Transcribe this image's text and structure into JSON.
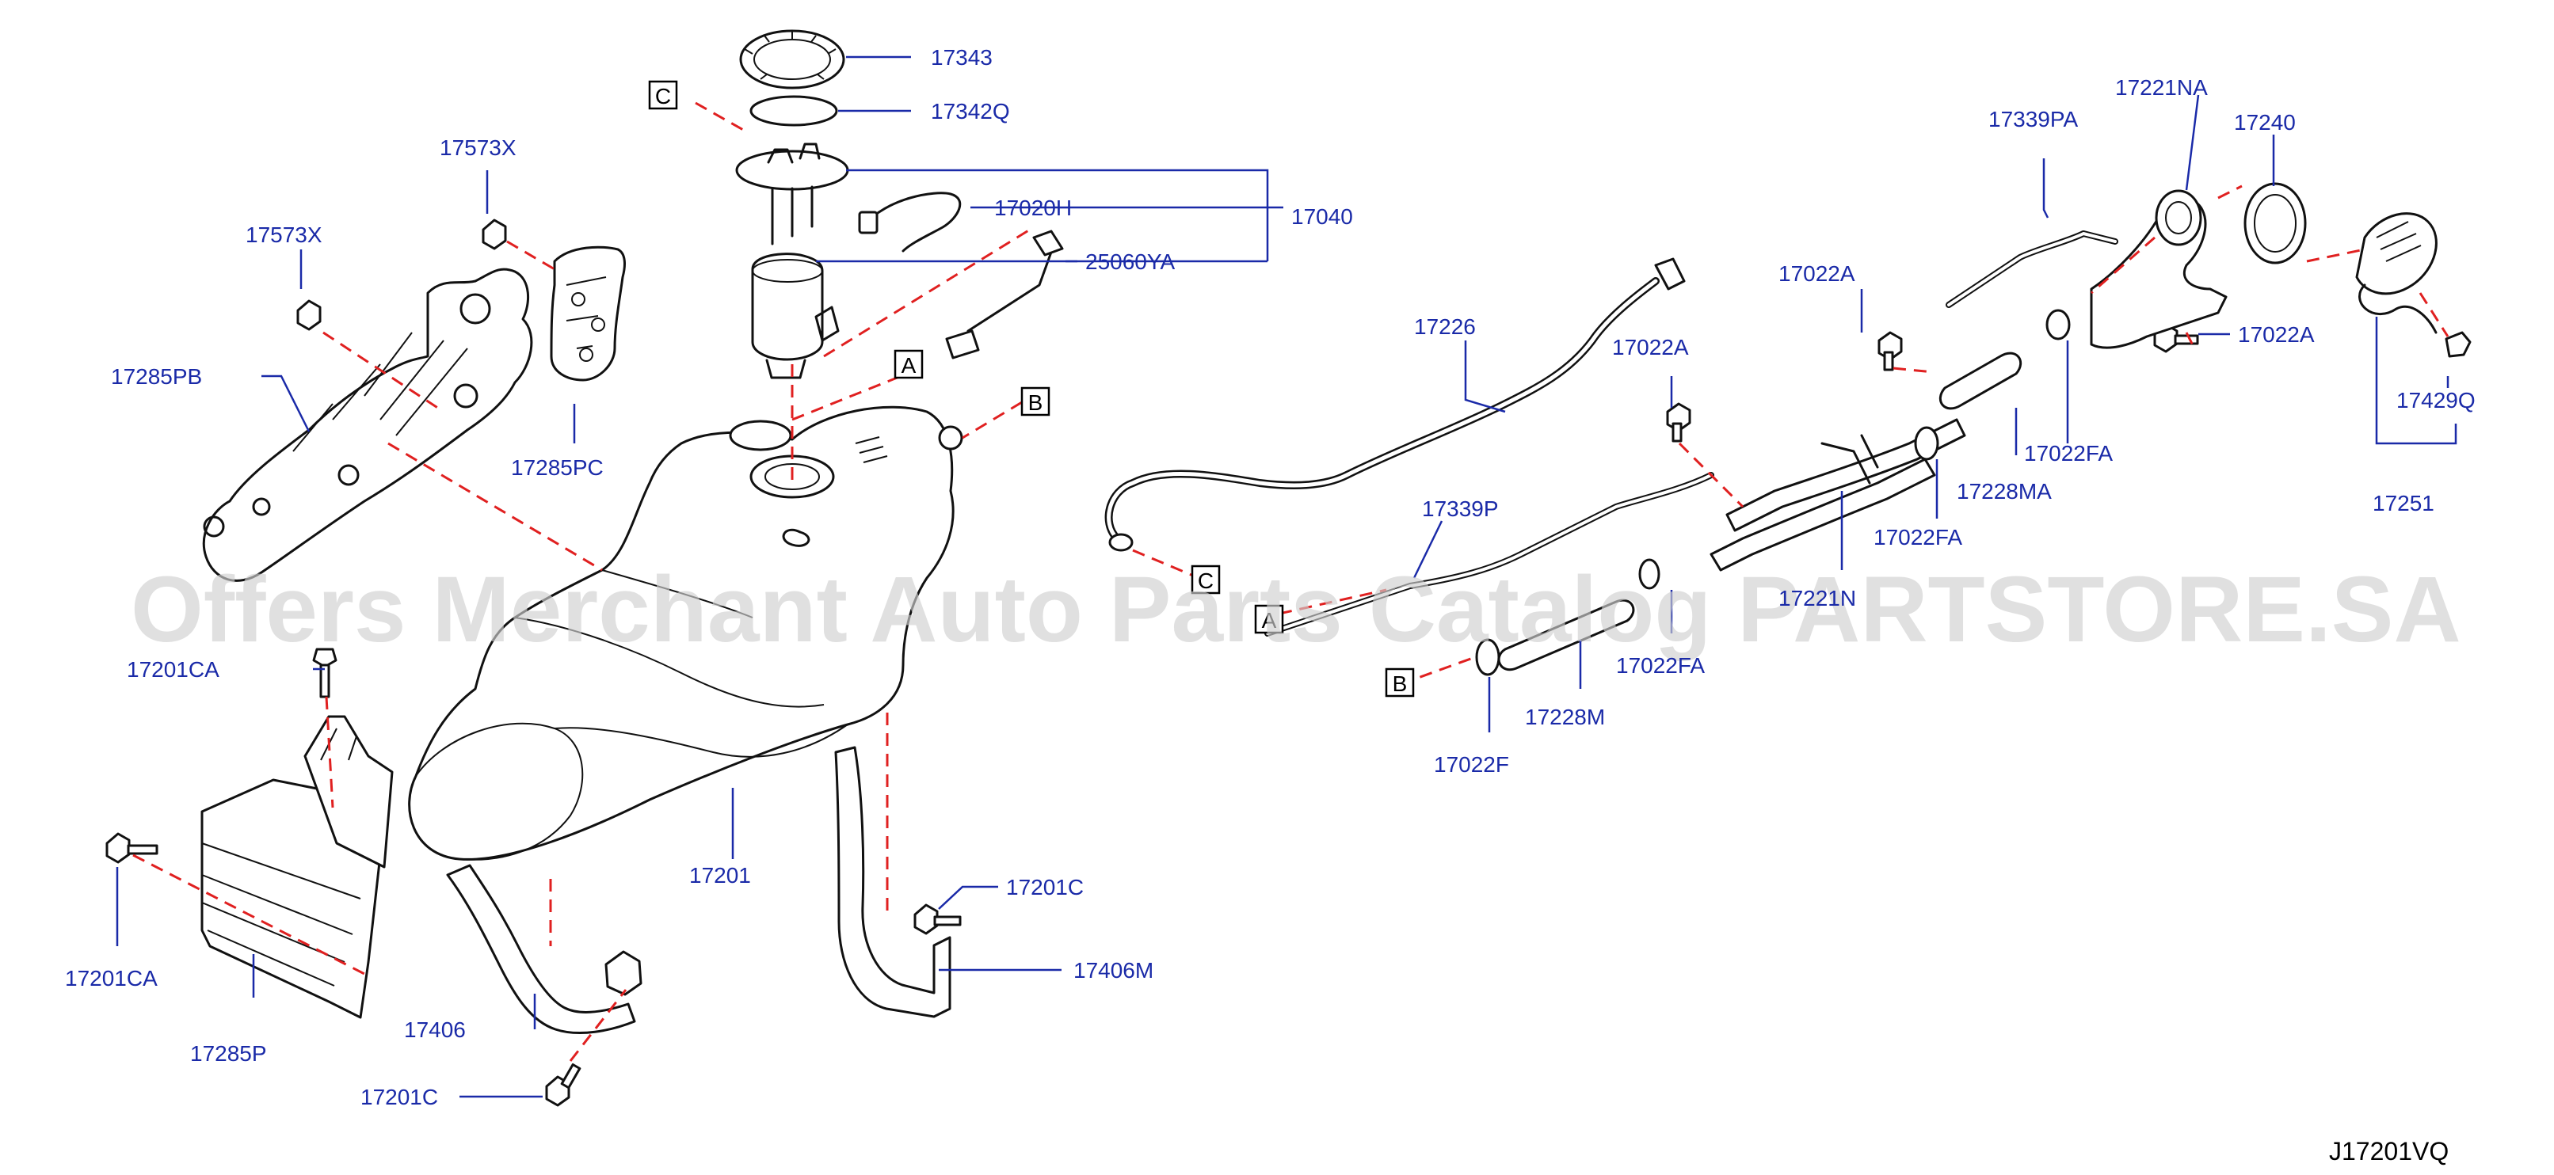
{
  "diagram": {
    "code": "J17201VQ",
    "watermark": "Offers Merchant Auto Parts Catalog PARTSTORE.SA",
    "refs": {
      "a": "A",
      "b": "B",
      "c": "C"
    },
    "parts": {
      "p17343": "17343",
      "p17342q": "17342Q",
      "p17040": "17040",
      "p17020h": "17020H",
      "p25060ya": "25060YA",
      "p17573x_a": "17573X",
      "p17573x_b": "17573X",
      "p17285pb": "17285PB",
      "p17285pc": "17285PC",
      "p17226": "17226",
      "p17022a_1": "17022A",
      "p17022a_2": "17022A",
      "p17022a_3": "17022A",
      "p17339pa": "17339PA",
      "p17221na": "17221NA",
      "p17240": "17240",
      "p17429q": "17429Q",
      "p17251": "17251",
      "p17022fa_1": "17022FA",
      "p17022fa_2": "17022FA",
      "p17022fa_3": "17022FA",
      "p17228ma": "17228MA",
      "p17339p": "17339P",
      "p17221n": "17221N",
      "p17228m": "17228M",
      "p17022f": "17022F",
      "p17201ca_1": "17201CA",
      "p17201ca_2": "17201CA",
      "p17201": "17201",
      "p17201c_1": "17201C",
      "p17201c_2": "17201C",
      "p17406m": "17406M",
      "p17406": "17406",
      "p17285p": "17285P"
    }
  }
}
